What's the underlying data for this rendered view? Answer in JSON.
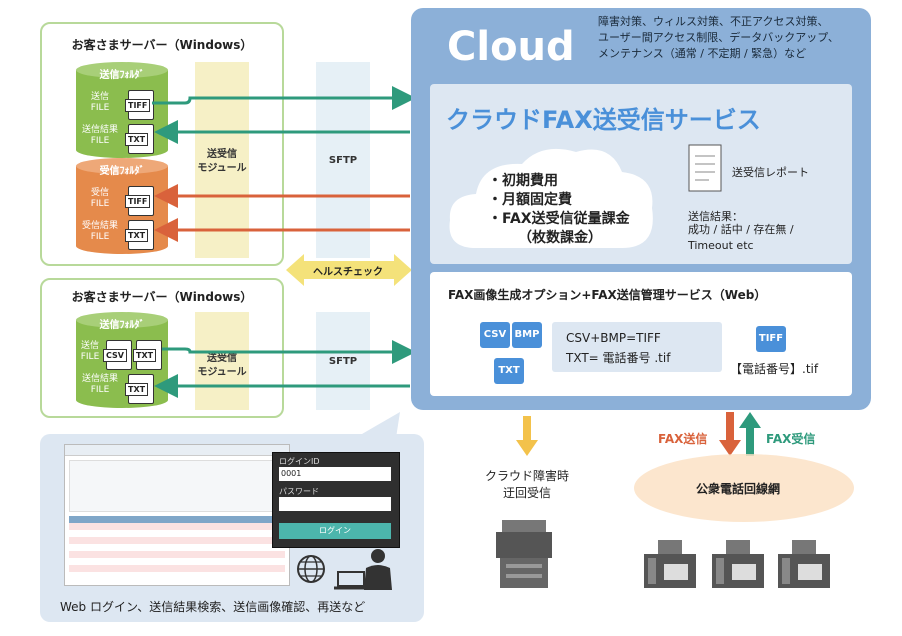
{
  "servers": [
    {
      "title": "お客さまサーバー（Windows）",
      "send_folder": "送信ﾌｫﾙﾀﾞ",
      "send_file_label": "送信\nFILE",
      "send_result_label": "送信結果\nFILE",
      "recv_folder": "受信ﾌｫﾙﾀﾞ",
      "recv_file_label": "受信\nFILE",
      "recv_result_label": "受信結果\nFILE",
      "module_label": "送受信\nモジュール",
      "sftp_label": "SFTP",
      "doc_tags": [
        "TIFF",
        "TXT",
        "TIFF",
        "TXT"
      ]
    },
    {
      "title": "お客さまサーバー（Windows）",
      "send_folder": "送信ﾌｫﾙﾀﾞ",
      "send_file_label": "送信\nFILE",
      "send_result_label": "送信結果\nFILE",
      "module_label": "送受信\nモジュール",
      "sftp_label": "SFTP",
      "doc_tags": [
        "CSV",
        "TXT",
        "TXT"
      ]
    }
  ],
  "healthcheck_label": "ヘルスチェック",
  "cloud": {
    "title": "Cloud",
    "features": "障害対策、ウィルス対策、不正アクセス対策、\nユーザー間アクセス制限、データバックアップ、\nメンテナンス（通常 / 不定期 / 緊急）など",
    "service_title": "クラウドFAX送受信サービス",
    "fees": [
      "・初期費用",
      "・月額固定費",
      "・FAX送受信従量課金",
      "（枚数課金）"
    ],
    "report_label": "送受信レポート",
    "result_heading": "送信結果：",
    "result_values": "成功 / 話中 / 存在無 /\nTimeout etc",
    "option_title": "FAX画像生成オプション+FAX送信管理サービス（Web）",
    "option_icons": [
      "CSV",
      "BMP",
      "TXT"
    ],
    "conversion_lines": [
      "CSV+BMP=TIFF",
      "TXT= 電話番号 .tif"
    ],
    "tiff_tag": "TIFF",
    "tiff_filename": "【電話番号】.tif"
  },
  "failover_label": "クラウド障害時\n迂回受信",
  "fax_send_label": "FAX送信",
  "fax_recv_label": "FAX受信",
  "phone_network_label": "公衆電話回線網",
  "web": {
    "caption": "Web ログイン、送信結果検索、送信画像確認、再送など",
    "login_id_label": "ログインID",
    "login_id_value": "0001",
    "password_label": "パスワード",
    "login_button": "ログイン"
  },
  "colors": {
    "green": "#2e9a7c",
    "orange": "#d9623b",
    "cloud_blue": "#8cb0d8",
    "service_title_blue": "#4a90d9",
    "fax_send": "#d9623b",
    "fax_recv": "#2e9a7c"
  }
}
